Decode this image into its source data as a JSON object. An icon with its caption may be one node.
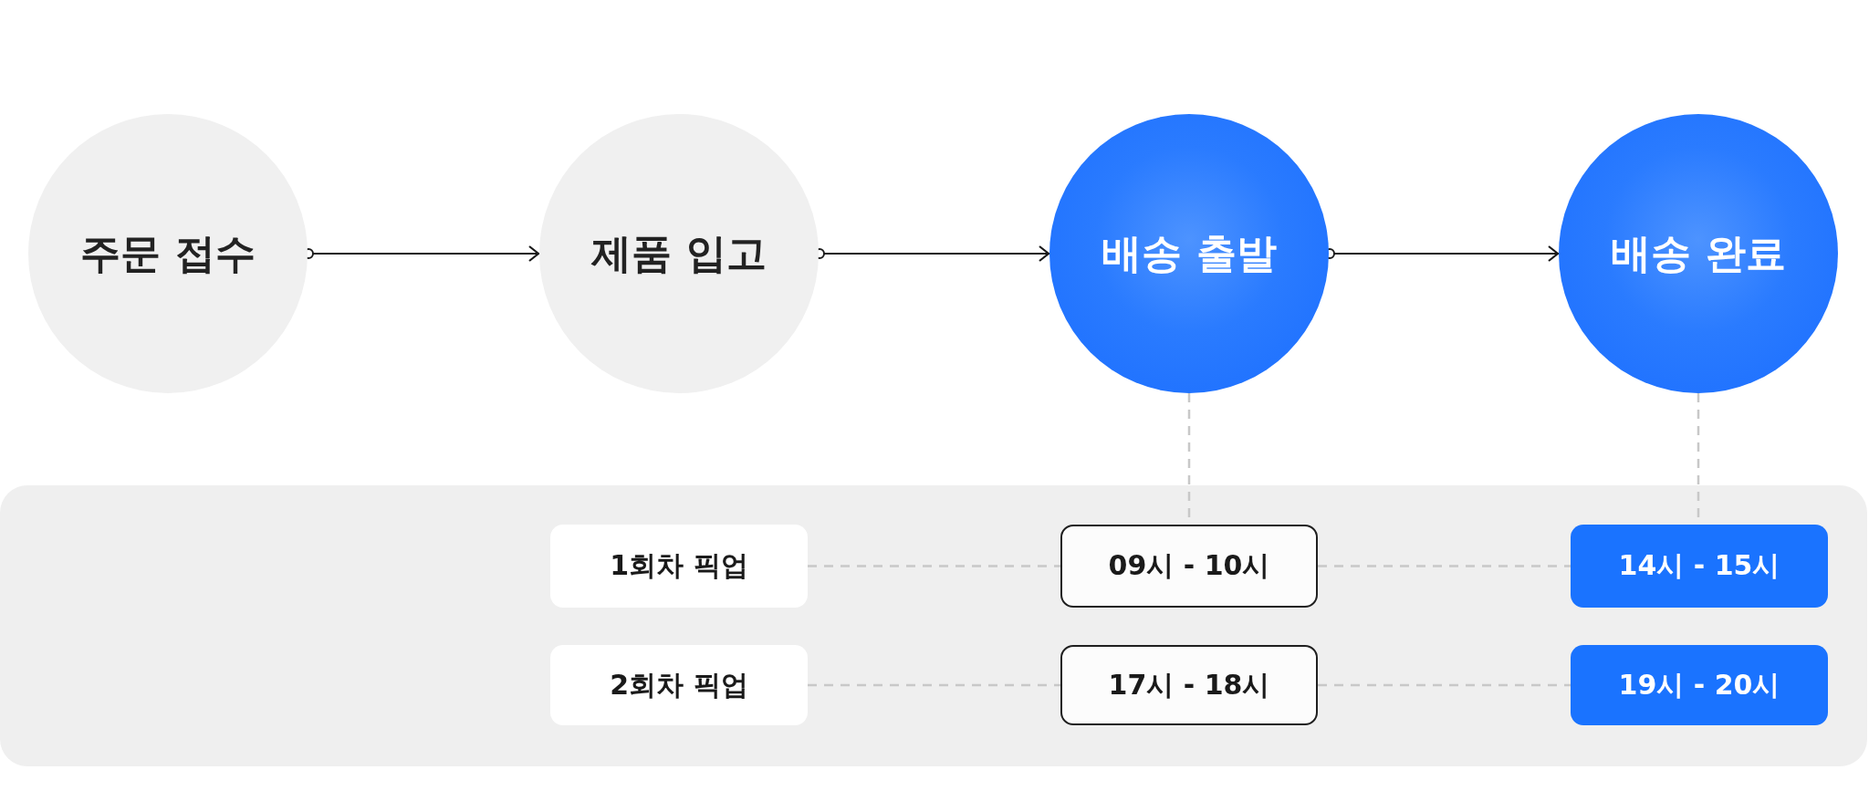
{
  "diagram": {
    "nodes": [
      {
        "text": [
          "주문 접수"
        ]
      },
      {
        "text": [
          "제품 입고"
        ]
      },
      {
        "text": [
          "배송 출발"
        ]
      },
      {
        "text": [
          "배송 완료"
        ]
      },
      {
        "text": [],
        "shape": "box"
      },
      {
        "text": [
          "1회차 픽업"
        ],
        "in": 4
      },
      {
        "text": [
          "09시 - 10시"
        ],
        "in": 4
      },
      {
        "text": [
          "14시 - 15시"
        ],
        "in": 4
      },
      {
        "text": [
          "2회차 픽업"
        ],
        "in": 4
      },
      {
        "text": [
          "17시 - 18시"
        ],
        "in": 4
      },
      {
        "text": [
          "19시 - 20시"
        ],
        "in": 4
      }
    ],
    "edges": [
      {
        "from": 0,
        "to": 1,
        "arrow": "to",
        "color": "#1a1a1a"
      },
      {
        "from": 1,
        "to": 2,
        "arrow": "to",
        "color": "#1a1a1a"
      },
      {
        "from": 2,
        "to": 3,
        "arrow": "to",
        "color": "#1a1a1a"
      },
      {
        "from": 2,
        "to": 6,
        "arrow": "none",
        "style": "dashed"
      },
      {
        "from": 3,
        "to": 7,
        "arrow": "none",
        "style": "dashed"
      },
      {
        "from": 5,
        "to": 6,
        "arrow": "none",
        "style": "dashed"
      },
      {
        "from": 6,
        "to": 7,
        "arrow": "none",
        "style": "dashed"
      },
      {
        "from": 8,
        "to": 9,
        "arrow": "none",
        "style": "dashed"
      },
      {
        "from": 9,
        "to": 10,
        "arrow": "none",
        "style": "dashed"
      }
    ]
  }
}
